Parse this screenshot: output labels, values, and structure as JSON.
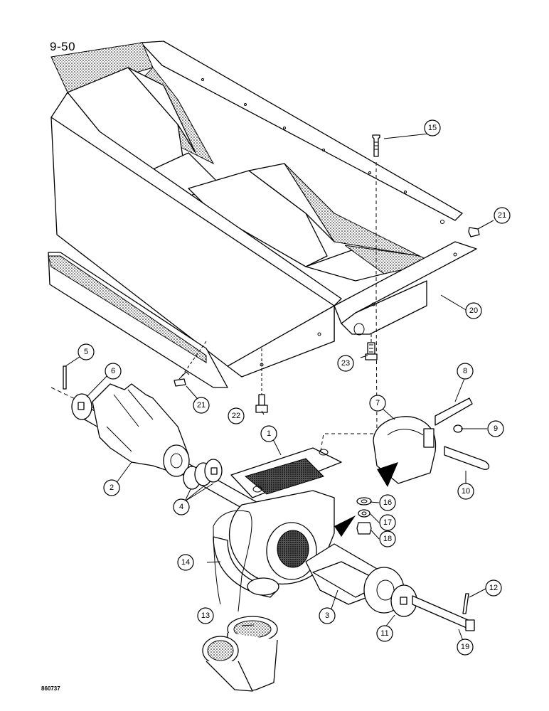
{
  "page_number": "9-50",
  "figure_code": "860737",
  "callouts": {
    "c1": "1",
    "c2": "2",
    "c3": "3",
    "c4": "4",
    "c5": "5",
    "c6": "6",
    "c7": "7",
    "c8": "8",
    "c9": "9",
    "c10": "10",
    "c11": "11",
    "c12": "12",
    "c13": "13",
    "c14": "14",
    "c15": "15",
    "c16": "16",
    "c17": "17",
    "c18": "18",
    "c19": "19",
    "c20": "20",
    "c21a": "21",
    "c21b": "21",
    "c22": "22",
    "c23": "23"
  }
}
